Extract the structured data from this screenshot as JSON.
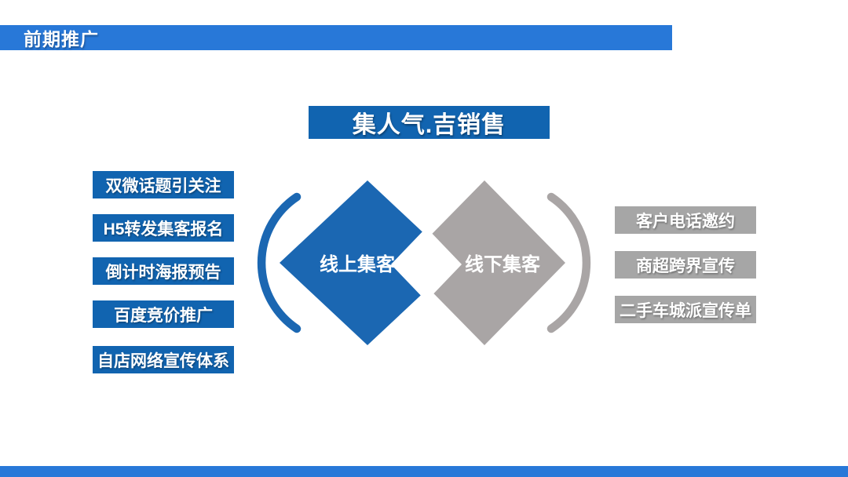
{
  "colors": {
    "banner_blue": "#2878d8",
    "deep_blue": "#1164b0",
    "diamond_blue": "#1b67b2",
    "box_gray": "#a6a6a6",
    "diamond_gray": "#a9a5a5"
  },
  "header": {
    "title": "前期推广"
  },
  "slide": {
    "title": "集人气.吉销售",
    "online_channels": [
      "双微话题引关注",
      "H5转发集客报名",
      "倒计时海报预告",
      "百度竞价推广",
      "自店网络宣传体系"
    ],
    "diagram": {
      "left_diamond": "线上集客",
      "right_diamond": "线下集客"
    },
    "offline_channels": [
      "客户电话邀约",
      "商超跨界宣传",
      "二手车城派宣传单"
    ]
  }
}
